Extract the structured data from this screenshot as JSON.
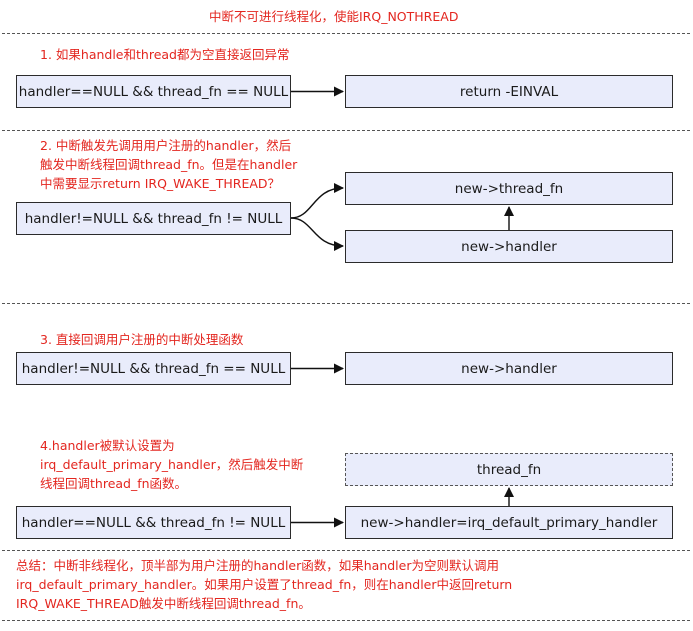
{
  "title": "中断不可进行线程化，使能IRQ_NOTHREAD",
  "sections": [
    {
      "note": "1. 如果handle和thread都为空直接返回异常",
      "condition": "handler==NULL && thread_fn == NULL",
      "results": [
        "return -EINVAL"
      ]
    },
    {
      "note_lines": [
        "2. 中断触发先调用用户注册的handler，然后",
        "触发中断线程回调thread_fn。但是在handler",
        "中需要显示return IRQ_WAKE_THREAD？"
      ],
      "condition": "handler!=NULL && thread_fn != NULL",
      "results": [
        "new->thread_fn",
        "new->handler"
      ]
    },
    {
      "note": "3. 直接回调用户注册的中断处理函数",
      "condition": "handler!=NULL && thread_fn == NULL",
      "results": [
        "new->handler"
      ]
    },
    {
      "note_lines": [
        "4.handler被默认设置为",
        "irq_default_primary_handler，然后触发中断",
        "线程回调thread_fn函数。"
      ],
      "condition": "handler==NULL && thread_fn != NULL",
      "results": [
        "thread_fn",
        "new->handler=irq_default_primary_handler"
      ]
    }
  ],
  "summary_lines": [
    "总结：中断非线程化，顶半部为用户注册的handler函数，如果handler为空则默认调用",
    "irq_default_primary_handler。如果用户设置了thread_fn，则在handler中返回return",
    "IRQ_WAKE_THREAD触发中断线程回调thread_fn。"
  ],
  "colors": {
    "note": "#e3261f",
    "box_fill": "#e9ecfb",
    "box_border": "#2b2b2b"
  }
}
